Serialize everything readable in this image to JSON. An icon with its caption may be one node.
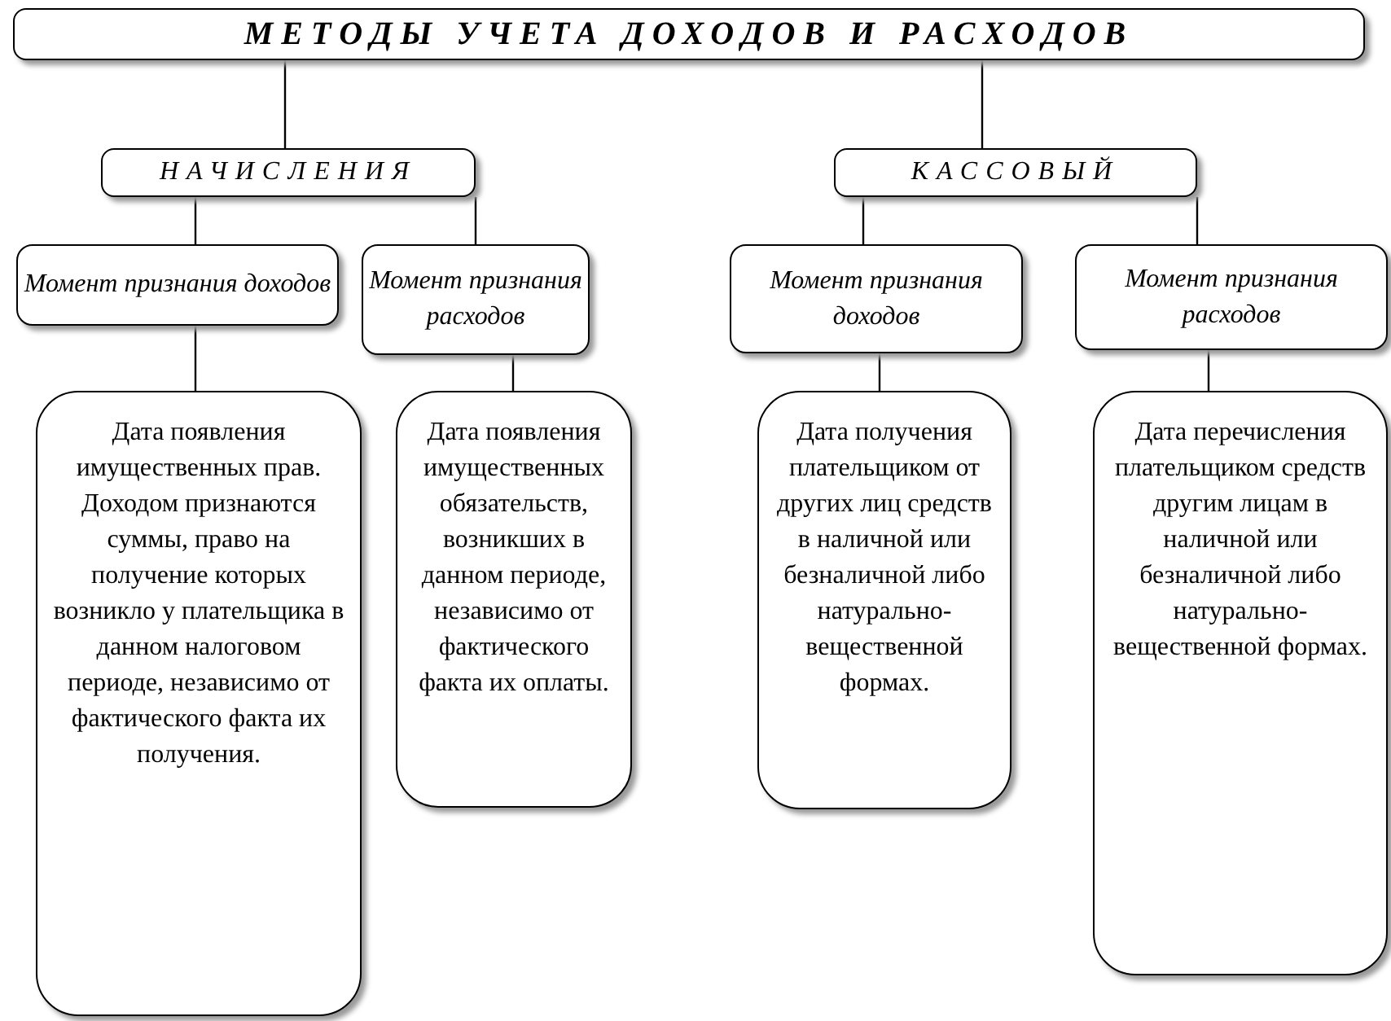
{
  "diagram": {
    "nodes": [
      {
        "text": [
          "МЕТОДЫ УЧЕТА ДОХОДОВ И РАСХОДОВ"
        ]
      },
      {
        "text": [
          "НАЧИСЛЕНИЯ"
        ]
      },
      {
        "text": [
          "КАССОВЫЙ"
        ]
      },
      {
        "text": [
          "Момент признания доходов"
        ]
      },
      {
        "text": [
          "Момент признания расходов"
        ]
      },
      {
        "text": [
          "Момент признания доходов"
        ]
      },
      {
        "text": [
          "Момент признания расходов"
        ]
      },
      {
        "text": [
          "Дата появления имущественных прав. Доходом признаются суммы, право на получение которых возникло у плательщика в данном налоговом периоде, независимо от фактического факта их получения."
        ]
      },
      {
        "text": [
          "Дата появления имущественных обязательств, возникших в данном периоде, независимо от фактического факта их оплаты."
        ]
      },
      {
        "text": [
          "Дата получения плательщиком от других лиц средств в наличной или безналичной либо натурально-вещественной формах."
        ]
      },
      {
        "text": [
          "Дата перечисления плательщиком средств другим лицам в наличной или безналичной либо натурально-вещественной формах."
        ]
      }
    ],
    "edges": [
      {
        "from": 0,
        "to": 1,
        "arrow": "none"
      },
      {
        "from": 0,
        "to": 2,
        "arrow": "none"
      },
      {
        "from": 1,
        "to": 3,
        "arrow": "none"
      },
      {
        "from": 1,
        "to": 4,
        "arrow": "none"
      },
      {
        "from": 2,
        "to": 5,
        "arrow": "none"
      },
      {
        "from": 2,
        "to": 6,
        "arrow": "none"
      },
      {
        "from": 3,
        "to": 7,
        "arrow": "none"
      },
      {
        "from": 4,
        "to": 8,
        "arrow": "none"
      },
      {
        "from": 5,
        "to": 9,
        "arrow": "none"
      },
      {
        "from": 6,
        "to": 10,
        "arrow": "none"
      }
    ]
  }
}
